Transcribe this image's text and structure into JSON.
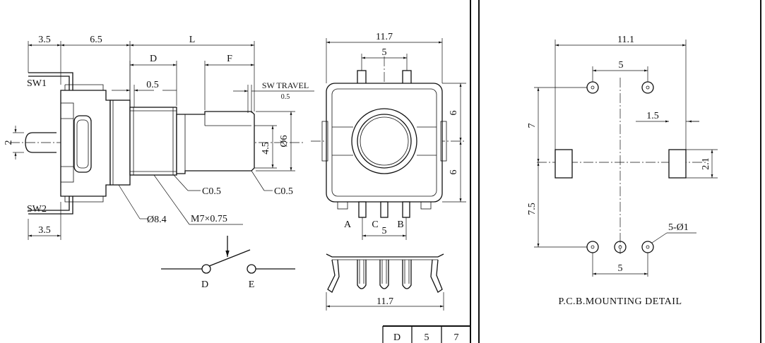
{
  "side_view": {
    "dim_3_5_top": "3.5",
    "dim_6_5": "6.5",
    "dim_L": "L",
    "dim_D": "D",
    "dim_F": "F",
    "dim_0_5": "0.5",
    "sw_travel_label": "SW TRAVEL",
    "sw_travel_value": "0.5",
    "sw1_label": "SW1",
    "sw2_label": "SW2",
    "dim_2": "2",
    "dim_4_5": "4.5",
    "dim_phi6": "Ø6",
    "chamfer_1": "C0.5",
    "chamfer_2": "C0.5",
    "dia_8_4": "Ø8.4",
    "thread": "M7×0.75",
    "dim_3_5_bottom": "3.5"
  },
  "front_view": {
    "dim_width": "11.7",
    "dim_pin_top": "5",
    "dim_6_upper": "6",
    "dim_6_lower": "6",
    "pin_a": "A",
    "pin_c": "C",
    "pin_b": "B",
    "dim_pin_bottom": "5",
    "dim_width_bottom": "11.7"
  },
  "switch_symbol": {
    "terminal_d": "D",
    "terminal_e": "E"
  },
  "title_block": {
    "cells": [
      "D",
      "5",
      "7"
    ]
  },
  "pcb": {
    "dim_width": "11.1",
    "dim_top_pins": "5",
    "dim_1_5": "1.5",
    "dim_7": "7",
    "dim_2_1": "2.1",
    "dim_7_5": "7.5",
    "hole_note": "5-Ø1",
    "dim_bottom_pins": "5",
    "title": "P.C.B.MOUNTING DETAIL"
  }
}
